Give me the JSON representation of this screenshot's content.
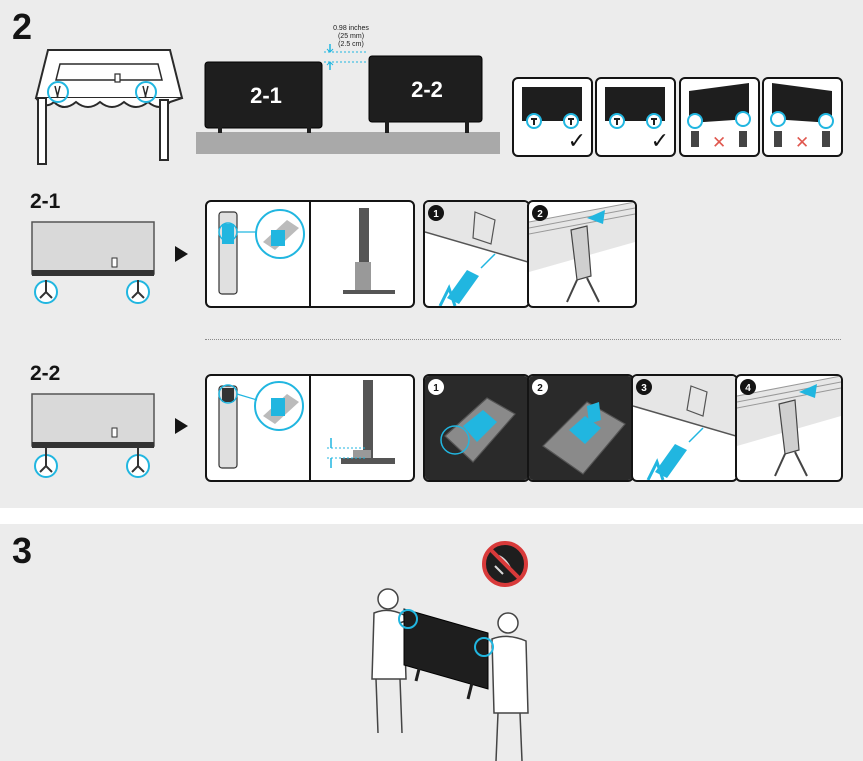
{
  "step2": {
    "number": "2",
    "gap": {
      "line1": "0.98 inches",
      "line2": "(25 mm)",
      "line3": "(2.5 cm)"
    },
    "tv_labels": [
      "2-1",
      "2-2"
    ],
    "checks": [
      "✓",
      "✓",
      "✕",
      "✕"
    ]
  },
  "sub1": {
    "label": "2-1",
    "steps": [
      "1",
      "2"
    ]
  },
  "sub2": {
    "label": "2-2",
    "steps": [
      "1",
      "2",
      "3",
      "4"
    ]
  },
  "step3": {
    "number": "3"
  },
  "colors": {
    "accent": "#21b6e0",
    "panel": "#ececec",
    "screen": "#1c1c1c",
    "cross": "#e0584f",
    "prohibit": "#d83a3a"
  }
}
